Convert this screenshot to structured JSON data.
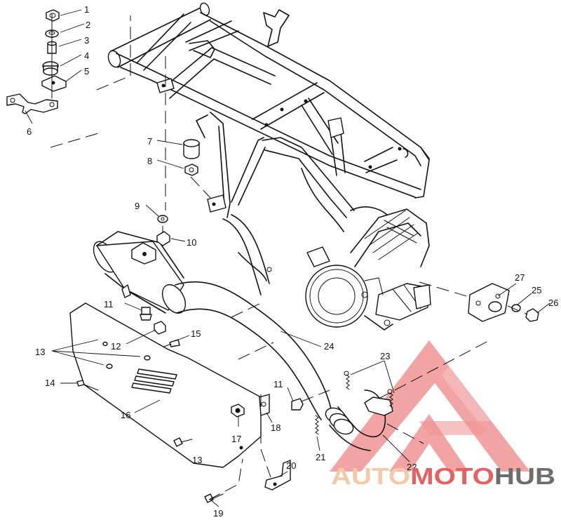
{
  "callouts": [
    {
      "id": "1",
      "label": "1"
    },
    {
      "id": "2",
      "label": "2"
    },
    {
      "id": "3",
      "label": "3"
    },
    {
      "id": "4",
      "label": "4"
    },
    {
      "id": "5",
      "label": "5"
    },
    {
      "id": "6",
      "label": "6"
    },
    {
      "id": "7",
      "label": "7"
    },
    {
      "id": "8",
      "label": "8"
    },
    {
      "id": "9",
      "label": "9"
    },
    {
      "id": "10",
      "label": "10"
    },
    {
      "id": "11a",
      "label": "11"
    },
    {
      "id": "12",
      "label": "12"
    },
    {
      "id": "13a",
      "label": "13"
    },
    {
      "id": "14",
      "label": "14"
    },
    {
      "id": "15",
      "label": "15"
    },
    {
      "id": "16",
      "label": "16"
    },
    {
      "id": "13b",
      "label": "13"
    },
    {
      "id": "17",
      "label": "17"
    },
    {
      "id": "18",
      "label": "18"
    },
    {
      "id": "11b",
      "label": "11"
    },
    {
      "id": "19",
      "label": "19"
    },
    {
      "id": "20",
      "label": "20"
    },
    {
      "id": "21",
      "label": "21"
    },
    {
      "id": "22",
      "label": "22"
    },
    {
      "id": "23",
      "label": "23"
    },
    {
      "id": "24",
      "label": "24"
    },
    {
      "id": "25",
      "label": "25"
    },
    {
      "id": "26",
      "label": "26"
    },
    {
      "id": "27",
      "label": "27"
    }
  ],
  "watermark": {
    "part1": "AUTO",
    "part2": "MOTO",
    "part3": "HUB",
    "color_light": "#f6c9a6",
    "color_accent": "#e66060",
    "color_dark": "#6e6e6e"
  }
}
